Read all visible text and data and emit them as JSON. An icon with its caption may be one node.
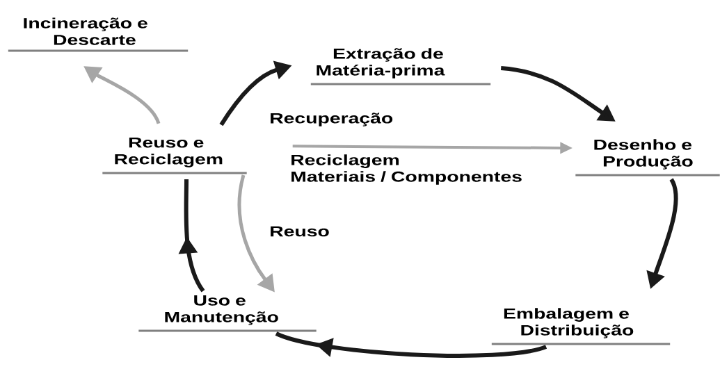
{
  "diagram": {
    "nodes": [
      {
        "text": [
          "Incineração e Descarte"
        ]
      },
      {
        "text": [
          "Extração de Matéria-prima"
        ]
      },
      {
        "text": [
          "Reuso e Reciclagem"
        ]
      },
      {
        "text": [
          "Desenho e Produção"
        ]
      },
      {
        "text": [
          "Uso e Manutenção"
        ]
      },
      {
        "text": [
          "Embalagem e Distribuição"
        ]
      }
    ],
    "edges": [
      {
        "from": 1,
        "to": 3,
        "arrow": "to"
      },
      {
        "from": 3,
        "to": 5,
        "arrow": "to"
      },
      {
        "from": 5,
        "to": 4,
        "arrow": "to"
      },
      {
        "from": 4,
        "to": 2,
        "arrow": "to"
      },
      {
        "from": 2,
        "to": 1,
        "arrow": "to",
        "label": "Recuperação"
      },
      {
        "from": 2,
        "to": 0,
        "arrow": "to",
        "color": "#a6a6a6"
      },
      {
        "from": 2,
        "to": 4,
        "arrow": "to",
        "label": "Reuso",
        "color": "#a6a6a6"
      },
      {
        "from": 2,
        "to": 3,
        "arrow": "to",
        "label": "Reciclagem Materiais / Componentes",
        "color": "#a6a6a6"
      }
    ]
  }
}
